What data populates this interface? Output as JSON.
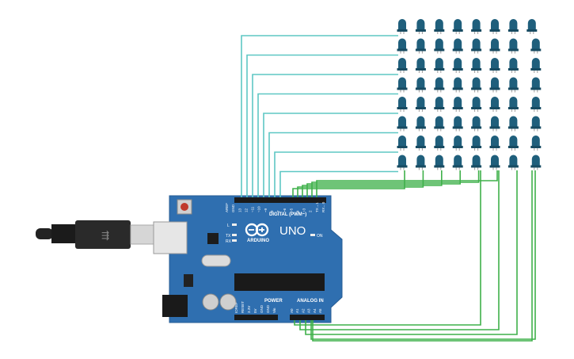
{
  "board": {
    "model": "UNO",
    "brand": "ARDUINO",
    "digital_header_label": "DIGITAL (PWM~)",
    "power_label": "POWER",
    "analog_label": "ANALOG IN",
    "on_label": "ON",
    "led_l_label": "L",
    "tx_label": "TX",
    "rx_label": "RX",
    "digital_pins": [
      "AREF",
      "GND",
      "13",
      "12",
      "~11",
      "~10",
      "~9",
      "8",
      "7",
      "~6",
      "~5",
      "4",
      "~3",
      "2",
      "TX→1",
      "RX←0"
    ],
    "power_pins": [
      "IOREF",
      "RESET",
      "3.3V",
      "5V",
      "GND",
      "GND",
      "Vin"
    ],
    "analog_pins": [
      "A0",
      "A1",
      "A2",
      "A3",
      "A4",
      "A5"
    ]
  },
  "colors": {
    "board": "#2f6fb0",
    "led": "#1f5f7c",
    "wire_cyan": "#5ec7c4",
    "wire_green": "#3fb04a"
  },
  "led_matrix": {
    "rows": 8,
    "cols": 8
  }
}
